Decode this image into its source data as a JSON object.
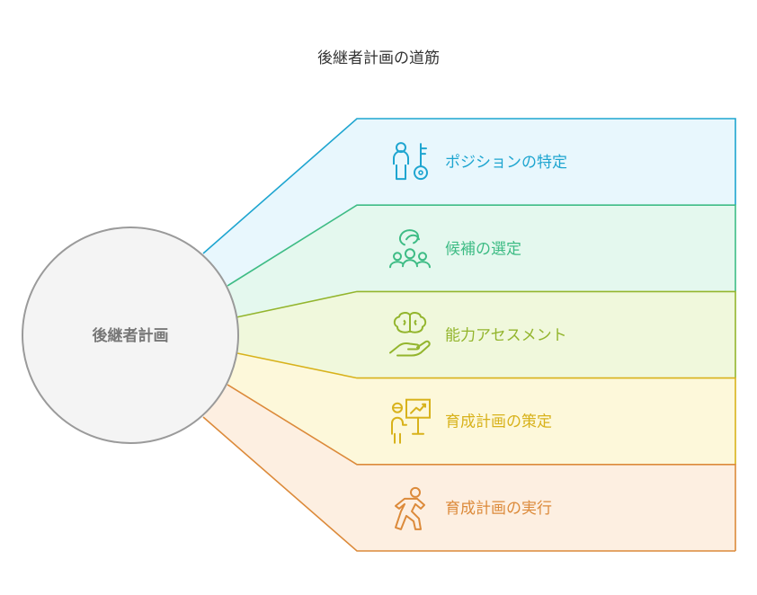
{
  "title": "後継者計画の道筋",
  "center": {
    "label": "後継者計画",
    "fill": "#f4f4f4",
    "stroke": "#9a9a9a",
    "text_color": "#777777"
  },
  "steps": [
    {
      "label": "ポジションの特定",
      "icon": "person-key-icon",
      "stroke": "#1ea5d0",
      "fill": "#e8f7fd"
    },
    {
      "label": "候補の選定",
      "icon": "candidates-group-icon",
      "stroke": "#3ebc85",
      "fill": "#e4f8ee"
    },
    {
      "label": "能力アセスメント",
      "icon": "brain-hand-icon",
      "stroke": "#93b52d",
      "fill": "#f0f8dc"
    },
    {
      "label": "育成計画の策定",
      "icon": "presentation-board-icon",
      "stroke": "#d8b21b",
      "fill": "#fdf8da"
    },
    {
      "label": "育成計画の実行",
      "icon": "running-person-icon",
      "stroke": "#dc8a3a",
      "fill": "#fdefe1"
    }
  ]
}
